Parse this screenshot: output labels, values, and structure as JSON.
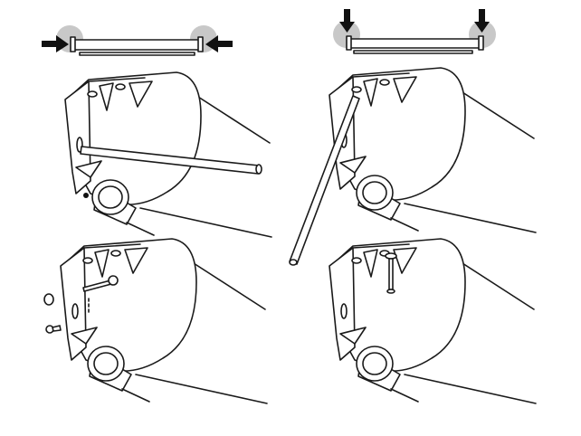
{
  "colors": {
    "line": "#1a1a1a",
    "highlight_circle": "#c8c8c8",
    "background": "#ffffff"
  },
  "steps": [
    {
      "name": "press-ends-inward"
    },
    {
      "name": "press-ends-down"
    },
    {
      "name": "release-with-rod"
    },
    {
      "name": "lever-with-rod"
    },
    {
      "name": "attach-screw-side"
    },
    {
      "name": "attach-screw-top"
    }
  ]
}
